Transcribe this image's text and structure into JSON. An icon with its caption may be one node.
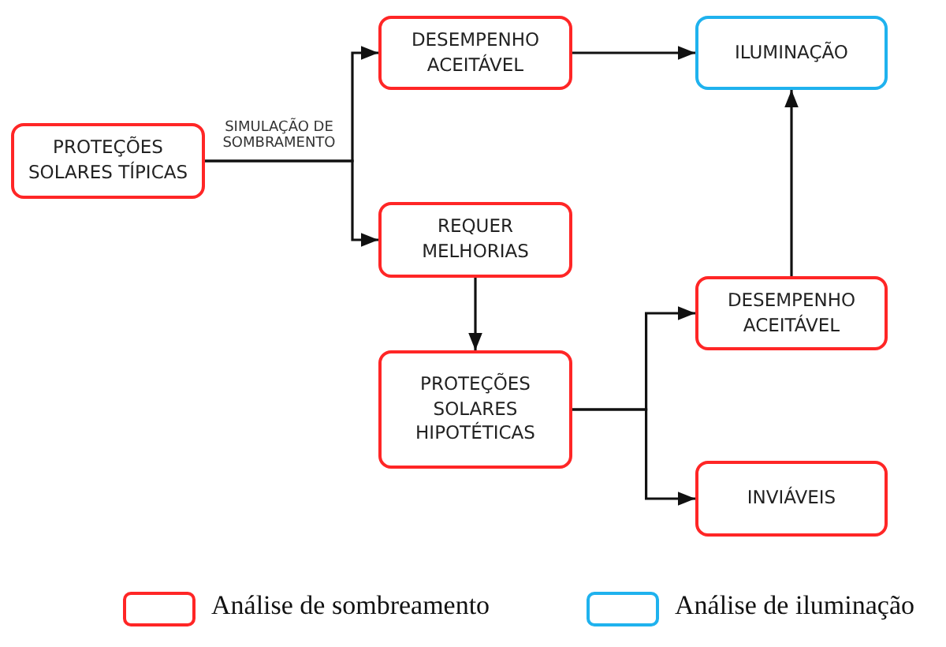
{
  "diagram": {
    "nodes": [
      {
        "text": [
          "PROTEÇÕES SOLARES TÍPICAS"
        ]
      },
      {
        "text": [
          "DESEMPENHO ACEITÁVEL"
        ]
      },
      {
        "text": [
          "ILUMINAÇÃO"
        ]
      },
      {
        "text": [
          "REQUER MELHORIAS"
        ]
      },
      {
        "text": [
          "PROTEÇÕES SOLARES HIPOTÉTICAS"
        ]
      },
      {
        "text": [
          "DESEMPENHO ACEITÁVEL"
        ]
      },
      {
        "text": [
          "INVIÁVEIS"
        ]
      }
    ],
    "edges": [
      {
        "from": 0,
        "to": 1,
        "arrow": "to",
        "label": "SIMULAÇÃO DE SOMBRAMENTO"
      },
      {
        "from": 0,
        "to": 3,
        "arrow": "to"
      },
      {
        "from": 1,
        "to": 2,
        "arrow": "to"
      },
      {
        "from": 3,
        "to": 4,
        "arrow": "to"
      },
      {
        "from": 4,
        "to": 5,
        "arrow": "to"
      },
      {
        "from": 4,
        "to": 6,
        "arrow": "to"
      },
      {
        "from": 5,
        "to": 2,
        "arrow": "to"
      }
    ],
    "legend": [
      {
        "text": "Análise de sombreamento",
        "color": "#ff2626"
      },
      {
        "text": "Análise de iluminação",
        "color": "#1fb2ee"
      }
    ]
  }
}
